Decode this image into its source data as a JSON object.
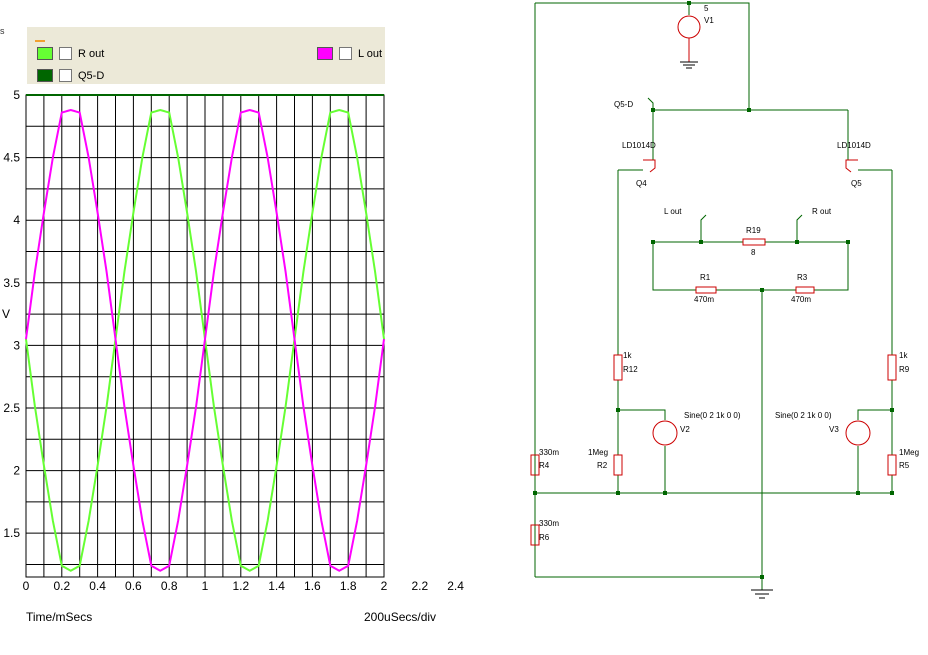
{
  "legend": {
    "items": [
      {
        "label": "R out",
        "color": "#66ff33"
      },
      {
        "label": "L out",
        "color": "#ff00ff"
      },
      {
        "label": "Q5-D",
        "color": "#006600"
      }
    ]
  },
  "chart_data": {
    "type": "line",
    "xlabel": "Time/mSecs",
    "ylabel": "V",
    "xlim": [
      0,
      2.4
    ],
    "ylim": [
      1.15,
      5
    ],
    "x_ticks": [
      "0",
      "0.2",
      "0.4",
      "0.6",
      "0.8",
      "1",
      "1.2",
      "1.4",
      "1.6",
      "1.8",
      "2",
      "2.2",
      "2.4"
    ],
    "y_ticks": [
      "1.5",
      "2",
      "2.5",
      "3",
      "3.5",
      "4",
      "4.5",
      "5"
    ],
    "scale_label": "200uSecs/div",
    "grid": true,
    "series": [
      {
        "name": "R out",
        "color": "#66ff33",
        "x": [
          0,
          0.05,
          0.1,
          0.15,
          0.2,
          0.25,
          0.3,
          0.35,
          0.4,
          0.45,
          0.5,
          0.55,
          0.6,
          0.65,
          0.7,
          0.75,
          0.8,
          0.85,
          0.9,
          0.95,
          1.0,
          1.05,
          1.1,
          1.15,
          1.2,
          1.25,
          1.3,
          1.35,
          1.4,
          1.45,
          1.5,
          1.55,
          1.6,
          1.65,
          1.7,
          1.75,
          1.8,
          1.85,
          1.9,
          1.95,
          2.0
        ],
        "y": [
          3.05,
          2.51,
          2.04,
          1.6,
          1.24,
          1.2,
          1.24,
          1.6,
          2.04,
          2.51,
          3.05,
          3.59,
          4.06,
          4.5,
          4.86,
          4.88,
          4.86,
          4.5,
          4.06,
          3.59,
          3.05,
          2.51,
          2.04,
          1.6,
          1.24,
          1.2,
          1.24,
          1.6,
          2.04,
          2.51,
          3.05,
          3.59,
          4.06,
          4.5,
          4.86,
          4.88,
          4.86,
          4.5,
          4.06,
          3.59,
          3.05
        ]
      },
      {
        "name": "L out",
        "color": "#ff00ff",
        "x": [
          0,
          0.05,
          0.1,
          0.15,
          0.2,
          0.25,
          0.3,
          0.35,
          0.4,
          0.45,
          0.5,
          0.55,
          0.6,
          0.65,
          0.7,
          0.75,
          0.8,
          0.85,
          0.9,
          0.95,
          1.0,
          1.05,
          1.1,
          1.15,
          1.2,
          1.25,
          1.3,
          1.35,
          1.4,
          1.45,
          1.5,
          1.55,
          1.6,
          1.65,
          1.7,
          1.75,
          1.8,
          1.85,
          1.9,
          1.95,
          2.0
        ],
        "y": [
          3.05,
          3.59,
          4.06,
          4.5,
          4.86,
          4.88,
          4.86,
          4.5,
          4.06,
          3.59,
          3.05,
          2.51,
          2.04,
          1.6,
          1.24,
          1.2,
          1.24,
          1.6,
          2.04,
          2.51,
          3.05,
          3.59,
          4.06,
          4.5,
          4.86,
          4.88,
          4.86,
          4.5,
          4.06,
          3.59,
          3.05,
          2.51,
          2.04,
          1.6,
          1.24,
          1.2,
          1.24,
          1.6,
          2.04,
          2.51,
          3.05
        ]
      },
      {
        "name": "Q5-D",
        "color": "#006600",
        "x": [
          0,
          2.4
        ],
        "y": [
          5,
          5
        ]
      }
    ]
  },
  "schematic": {
    "v1": {
      "value": "5",
      "name": "V1"
    },
    "q5d_label": "Q5-D",
    "q4": {
      "model": "LD1014D",
      "name": "Q4"
    },
    "q5": {
      "model": "LD1014D",
      "name": "Q5"
    },
    "lout_label": "L out",
    "rout_label": "R out",
    "r19": {
      "name": "R19",
      "value": "8"
    },
    "r1": {
      "name": "R1",
      "value": "470m"
    },
    "r3": {
      "name": "R3",
      "value": "470m"
    },
    "r12": {
      "value": "1k",
      "name": "R12"
    },
    "r9": {
      "value": "1k",
      "name": "R9"
    },
    "v2": {
      "spec": "Sine(0 2 1k 0 0)",
      "name": "V2"
    },
    "v3": {
      "spec": "Sine(0 2 1k 0 0)",
      "name": "V3"
    },
    "r2": {
      "value": "1Meg",
      "name": "R2"
    },
    "r5": {
      "value": "1Meg",
      "name": "R5"
    },
    "r4": {
      "value": "330m",
      "name": "R4"
    },
    "r6": {
      "value": "330m",
      "name": "R6"
    }
  }
}
